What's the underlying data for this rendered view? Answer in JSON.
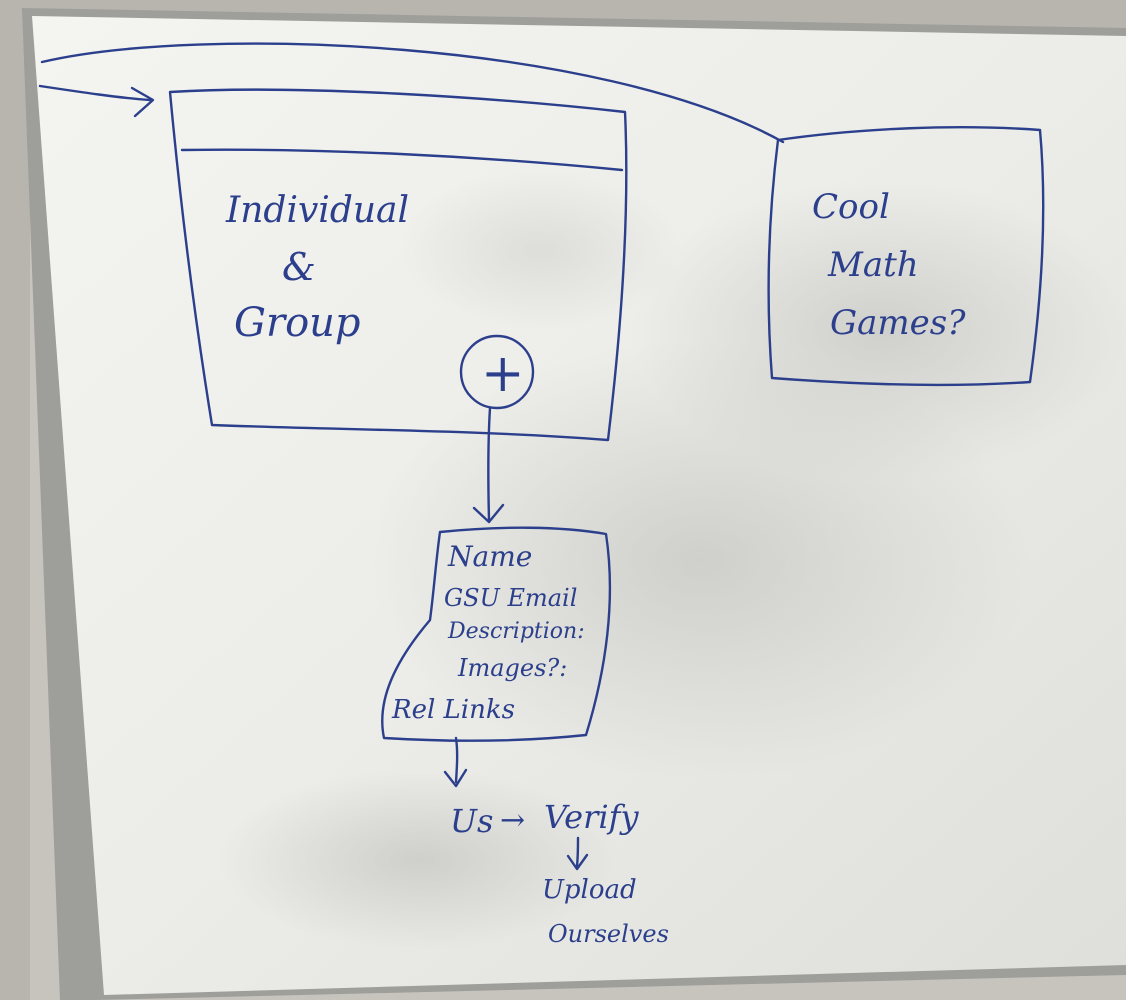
{
  "ink_color": "#2b3f8c",
  "board_color": "#e8e8e4",
  "frame_color": "#a9a9a6",
  "main_box": {
    "lines": [
      "Individual",
      "&",
      "Group"
    ]
  },
  "side_box": {
    "lines": [
      "Cool",
      "Math",
      "Games?"
    ]
  },
  "add_button": {
    "symbol": "+"
  },
  "form_box": {
    "lines": [
      "Name",
      "GSU Email",
      "Description:",
      "Images?:",
      "Rel Links"
    ]
  },
  "flow": {
    "step1": "Us",
    "arrow": "→",
    "step2": "Verify",
    "step3_lines": [
      "Upload",
      "Ourselves"
    ]
  }
}
